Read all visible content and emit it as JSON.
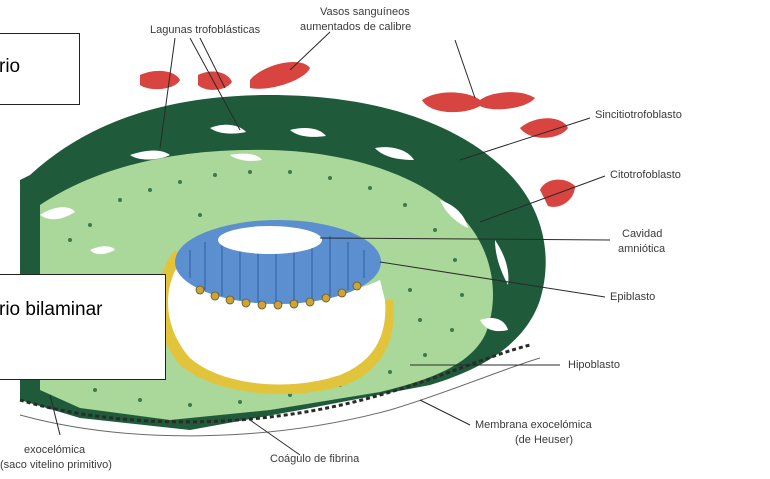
{
  "labels": {
    "lagunas": "Lagunas trofoblásticas",
    "vasos_1": "Vasos sanguíneos",
    "vasos_2": "aumentados de calibre",
    "sincitio": "Sincitiotrofoblasto",
    "cito": "Citotrofoblasto",
    "cavidad_1": "Cavidad",
    "cavidad_2": "amniótica",
    "epiblasto": "Epiblasto",
    "hipoblasto": "Hipoblasto",
    "membrana_1": "Membrana exocelómica",
    "membrana_2": "(de Heuser)",
    "coagulo": "Coágulo de fibrina",
    "exoceloma_1": "exocelómica",
    "exoceloma_2": "(saco vitelino primitivo)"
  },
  "overlays": {
    "box_top": "rio",
    "box_bottom": "rio bilaminar"
  },
  "colors": {
    "syncytio": "#1f5a3a",
    "cyto": "#a9d89a",
    "epiblast": "#5b8fd0",
    "hypoblast": "#e2c43c",
    "vessel": "#d8443f",
    "lacuna": "#ffffff"
  }
}
